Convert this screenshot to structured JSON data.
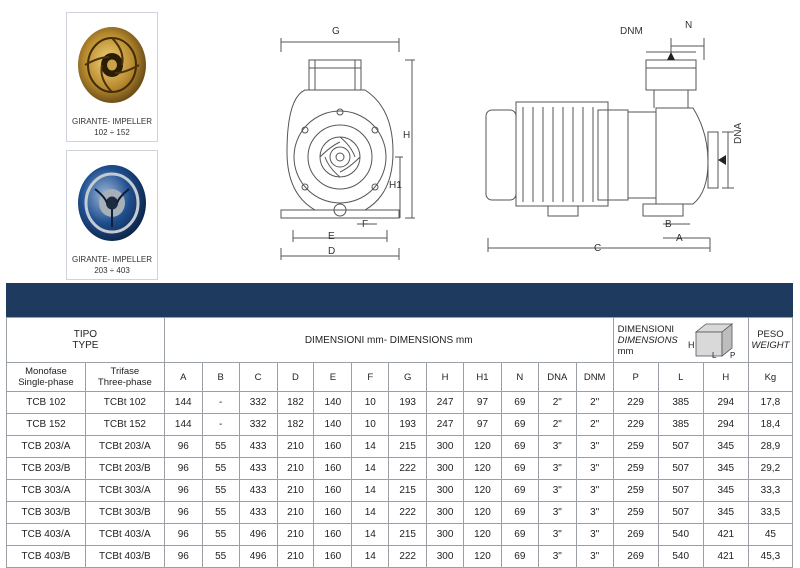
{
  "impellers": [
    {
      "label": "GIRANTE- IMPELLER",
      "range": "102 ÷ 152"
    },
    {
      "label": "GIRANTE- IMPELLER",
      "range": "203 ÷ 403"
    }
  ],
  "drawing_labels": {
    "G": "G",
    "H": "H",
    "H1": "H1",
    "F": "F",
    "E": "E",
    "D": "D",
    "DNM": "DNM",
    "N": "N",
    "DNA": "DNA",
    "B": "B",
    "A": "A",
    "C": "C"
  },
  "table": {
    "tipo": "TIPO",
    "type": "TYPE",
    "dimensions_title": "DIMENSIONI mm- DIMENSIONS mm",
    "box_dim_1": "DIMENSIONI",
    "box_dim_2": "DIMENSIONS",
    "box_dim_3": "mm",
    "box_icon_labels": {
      "h": "H",
      "p": "P",
      "l": "L"
    },
    "peso": "PESO",
    "weight": "WEIGHT",
    "col_mono_1": "Monofase",
    "col_mono_2": "Single-phase",
    "col_tri_1": "Trifase",
    "col_tri_2": "Three-phase",
    "columns": [
      "A",
      "B",
      "C",
      "D",
      "E",
      "F",
      "G",
      "H",
      "H1",
      "N",
      "DNA",
      "DNM",
      "P",
      "L",
      "H",
      "Kg"
    ],
    "rows": [
      {
        "mono": "TCB 102",
        "tri": "TCBt 102",
        "vals": [
          "144",
          "-",
          "332",
          "182",
          "140",
          "10",
          "193",
          "247",
          "97",
          "69",
          "2\"",
          "2\"",
          "229",
          "385",
          "294",
          "17,8"
        ]
      },
      {
        "mono": "TCB 152",
        "tri": "TCBt 152",
        "vals": [
          "144",
          "-",
          "332",
          "182",
          "140",
          "10",
          "193",
          "247",
          "97",
          "69",
          "2\"",
          "2\"",
          "229",
          "385",
          "294",
          "18,4"
        ]
      },
      {
        "mono": "TCB 203/A",
        "tri": "TCBt 203/A",
        "vals": [
          "96",
          "55",
          "433",
          "210",
          "160",
          "14",
          "215",
          "300",
          "120",
          "69",
          "3\"",
          "3\"",
          "259",
          "507",
          "345",
          "28,9"
        ]
      },
      {
        "mono": "TCB 203/B",
        "tri": "TCBt 203/B",
        "vals": [
          "96",
          "55",
          "433",
          "210",
          "160",
          "14",
          "222",
          "300",
          "120",
          "69",
          "3\"",
          "3\"",
          "259",
          "507",
          "345",
          "29,2"
        ]
      },
      {
        "mono": "TCB 303/A",
        "tri": "TCBt 303/A",
        "vals": [
          "96",
          "55",
          "433",
          "210",
          "160",
          "14",
          "215",
          "300",
          "120",
          "69",
          "3\"",
          "3\"",
          "259",
          "507",
          "345",
          "33,3"
        ]
      },
      {
        "mono": "TCB 303/B",
        "tri": "TCBt 303/B",
        "vals": [
          "96",
          "55",
          "433",
          "210",
          "160",
          "14",
          "222",
          "300",
          "120",
          "69",
          "3\"",
          "3\"",
          "259",
          "507",
          "345",
          "33,5"
        ]
      },
      {
        "mono": "TCB 403/A",
        "tri": "TCBt 403/A",
        "vals": [
          "96",
          "55",
          "496",
          "210",
          "160",
          "14",
          "215",
          "300",
          "120",
          "69",
          "3\"",
          "3\"",
          "269",
          "540",
          "421",
          "45"
        ]
      },
      {
        "mono": "TCB 403/B",
        "tri": "TCBt 403/B",
        "vals": [
          "96",
          "55",
          "496",
          "210",
          "160",
          "14",
          "222",
          "300",
          "120",
          "69",
          "3\"",
          "3\"",
          "269",
          "540",
          "421",
          "45,3"
        ]
      }
    ]
  }
}
